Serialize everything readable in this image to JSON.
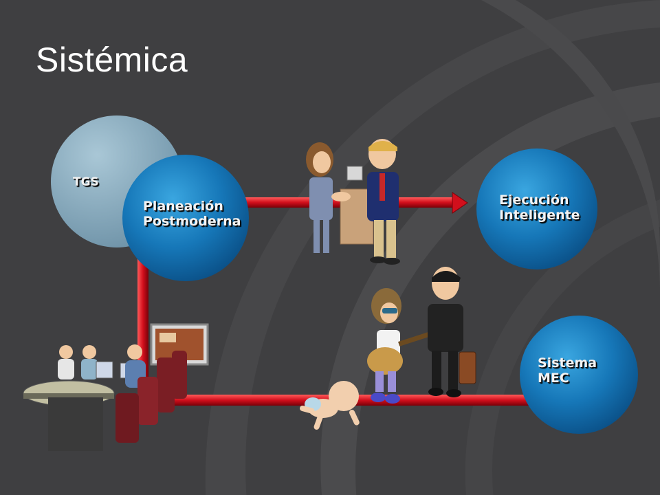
{
  "slide": {
    "title": "Sistémica"
  },
  "nodes": {
    "tgs": {
      "label": "TGS"
    },
    "planeacion": {
      "line1": "Planeación",
      "line2": "Postmoderna"
    },
    "ejecucion": {
      "line1": "Ejecución",
      "line2": "Inteligente"
    },
    "sistema": {
      "line1": "Sistema",
      "line2": "MEC"
    }
  },
  "colors": {
    "background": "#3f3f41",
    "arc_band": "#4b4b4d",
    "connector_red": "#d10f1c",
    "node_blue": "#0f6fb0",
    "node_blue_light": "#3aa6e0",
    "tgs_circle": "#8fb2c4",
    "label_text": "#f3f3f3"
  },
  "icons": [
    "handshake-clipart",
    "meeting-room-clipart",
    "guitar-player-clipart",
    "businessman-clipart",
    "crawling-baby-clipart"
  ]
}
